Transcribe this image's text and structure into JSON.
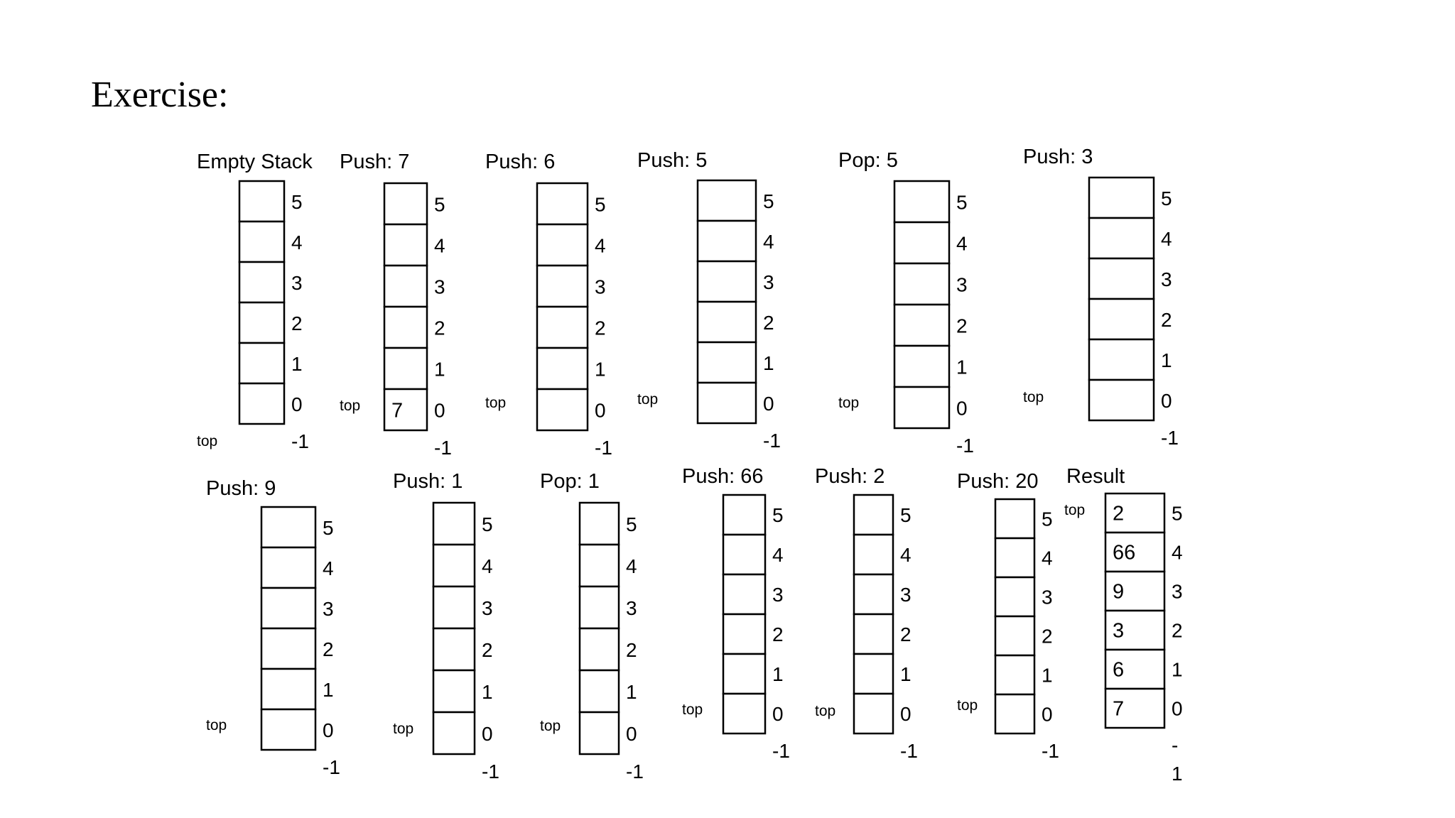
{
  "slide": {
    "title": "Exercise:"
  },
  "top_label": "top",
  "stacks": [
    {
      "title": "Empty Stack",
      "values": [
        "",
        "",
        "",
        "",
        "",
        ""
      ],
      "top_index": -1,
      "under_label": [
        "-1"
      ]
    },
    {
      "title": "Push: 7",
      "values": [
        "7",
        "",
        "",
        "",
        "",
        ""
      ],
      "top_index": 0,
      "under_label": [
        "-1"
      ]
    },
    {
      "title": "Push: 6",
      "values": [
        "",
        "",
        "",
        "",
        "",
        ""
      ],
      "top_index": 0,
      "under_label": [
        "-1"
      ]
    },
    {
      "title": "Push: 5",
      "values": [
        "",
        "",
        "",
        "",
        "",
        ""
      ],
      "top_index": 0,
      "under_label": [
        "-1"
      ]
    },
    {
      "title": "Pop: 5",
      "values": [
        "",
        "",
        "",
        "",
        "",
        ""
      ],
      "top_index": 0,
      "under_label": [
        "-1"
      ]
    },
    {
      "title": "Push: 3",
      "values": [
        "",
        "",
        "",
        "",
        "",
        ""
      ],
      "top_index": 0,
      "under_label": [
        "-1"
      ]
    },
    {
      "title": "Push: 9",
      "values": [
        "",
        "",
        "",
        "",
        "",
        ""
      ],
      "top_index": 0,
      "under_label": [
        "-1"
      ]
    },
    {
      "title": "Push: 1",
      "values": [
        "",
        "",
        "",
        "",
        "",
        ""
      ],
      "top_index": 0,
      "under_label": [
        "-1"
      ]
    },
    {
      "title": "Pop: 1",
      "values": [
        "",
        "",
        "",
        "",
        "",
        ""
      ],
      "top_index": 0,
      "under_label": [
        "-1"
      ]
    },
    {
      "title": "Push: 66",
      "values": [
        "",
        "",
        "",
        "",
        "",
        ""
      ],
      "top_index": 0,
      "under_label": [
        "-1"
      ]
    },
    {
      "title": "Push: 2",
      "values": [
        "",
        "",
        "",
        "",
        "",
        ""
      ],
      "top_index": 0,
      "under_label": [
        "-1"
      ]
    },
    {
      "title": "Push: 20",
      "values": [
        "",
        "",
        "",
        "",
        "",
        ""
      ],
      "top_index": 0,
      "under_label": [
        "-1"
      ]
    },
    {
      "title": "Result",
      "values": [
        "7",
        "6",
        "3",
        "9",
        "66",
        "2"
      ],
      "top_index": 5,
      "under_label": [
        "-",
        "1"
      ]
    }
  ]
}
